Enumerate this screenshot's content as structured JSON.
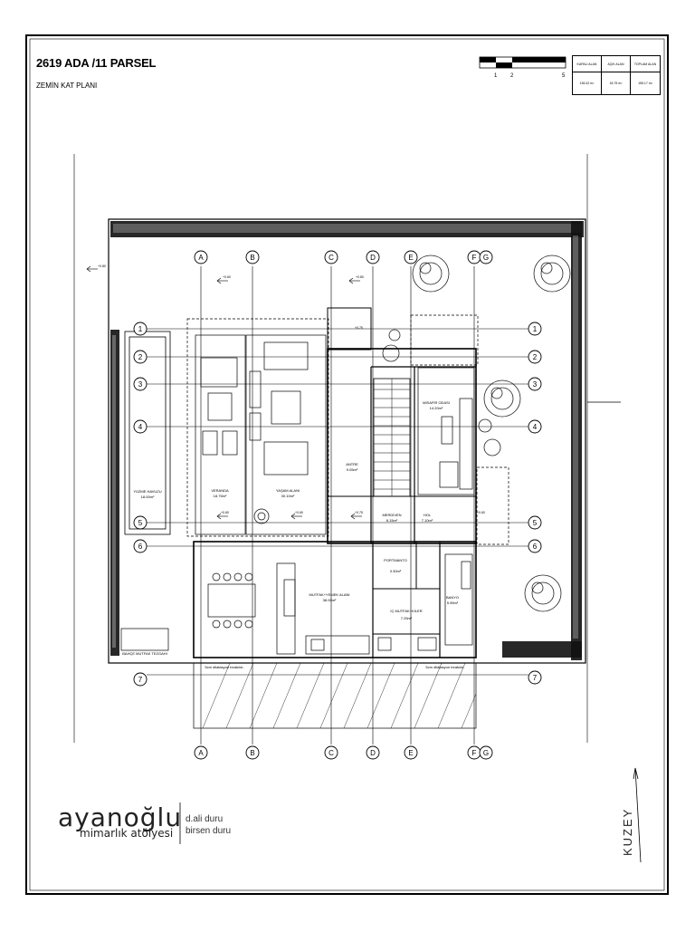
{
  "title": "2619 ADA /11 PARSEL",
  "subtitle": "ZEMİN KAT PLANI",
  "scale_labels": [
    "1",
    "2",
    "5"
  ],
  "area_table": {
    "headers": [
      "KAPALI ALAN",
      "AÇIK ALAN",
      "TOPLAM ALAN"
    ],
    "values": [
      "136.42 m²",
      "18.75 m²",
      "155.17 m²"
    ]
  },
  "grid_axes_letters": [
    "A",
    "B",
    "C",
    "D",
    "E",
    "F",
    "G"
  ],
  "grid_axes_numbers": [
    "1",
    "2",
    "3",
    "4",
    "5",
    "6",
    "7"
  ],
  "rooms": {
    "pool": "YÜZME HAVUZU",
    "pool_area": "18.00m²",
    "veranda": "VERANDA",
    "veranda_area": "18.75m²",
    "living": "YAŞAM ALANI",
    "living_area": "30.10m²",
    "entrance": "ANTRE",
    "entrance_area": "9.05m²",
    "guest": "MİSAFİR ODASI",
    "guest_area": "14.20m²",
    "stairs": "MERDİVEN",
    "stairs_area": "8.15m²",
    "hall": "HOL",
    "hall_area": "7.10m²",
    "wardrobe": "PORTMANTO",
    "wardrobe_area": "3.30m²",
    "kitchen": "MUTFAK+YEMEK ALANI",
    "kitchen_area": "38.00m²",
    "inner_kitchen": "İÇ MUTFAK+KİLER",
    "inner_kitchen_area": "7.25m²",
    "bath": "BANYO",
    "bath_area": "5.95m²",
    "garden_kitchen": "BAHÇE MUTFAK TEZGAHI"
  },
  "notes": {
    "dilatation_1": "5cm dilatasyon bırakıldı.",
    "dilatation_2": "5cm dilatasyon bırakıldı."
  },
  "levels": {
    "l1": "+0.80",
    "l2": "+0.60",
    "l3": "+0.80",
    "l4": "+0.60",
    "l5": "+0.75",
    "l6": "+0.60",
    "l7": "+0.75",
    "l8": "+0.60"
  },
  "logo": {
    "brand": "ayanoğlu",
    "sub": "mimarlık atölyesi",
    "person1": "d.ali duru",
    "person2": "birsen duru"
  },
  "north_label": "KUZEY"
}
